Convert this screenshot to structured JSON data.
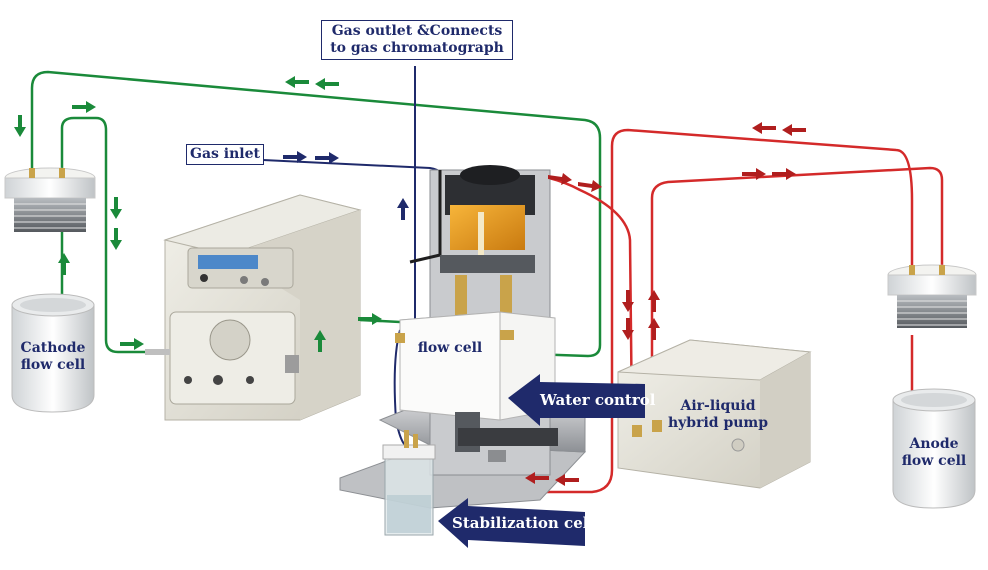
{
  "labels": {
    "gas_outlet_line1": "Gas outlet &Connects",
    "gas_outlet_line2": "to gas chromatograph",
    "gas_inlet": "Gas inlet",
    "cathode_line1": "Cathode",
    "cathode_line2": "flow cell",
    "flow_cell": "flow cell",
    "water_control": "Water control",
    "pump_line1": "Air-liquid",
    "pump_line2": "hybrid pump",
    "anode_line1": "Anode",
    "anode_line2": "flow cell",
    "stabilization_cell": "Stabilization cell"
  },
  "colors": {
    "cathode_loop": "#1a8a3a",
    "anode_loop": "#d42a2a",
    "gas_line": "#1f2a6b",
    "label_arrow_fill": "#1f2a6b"
  }
}
